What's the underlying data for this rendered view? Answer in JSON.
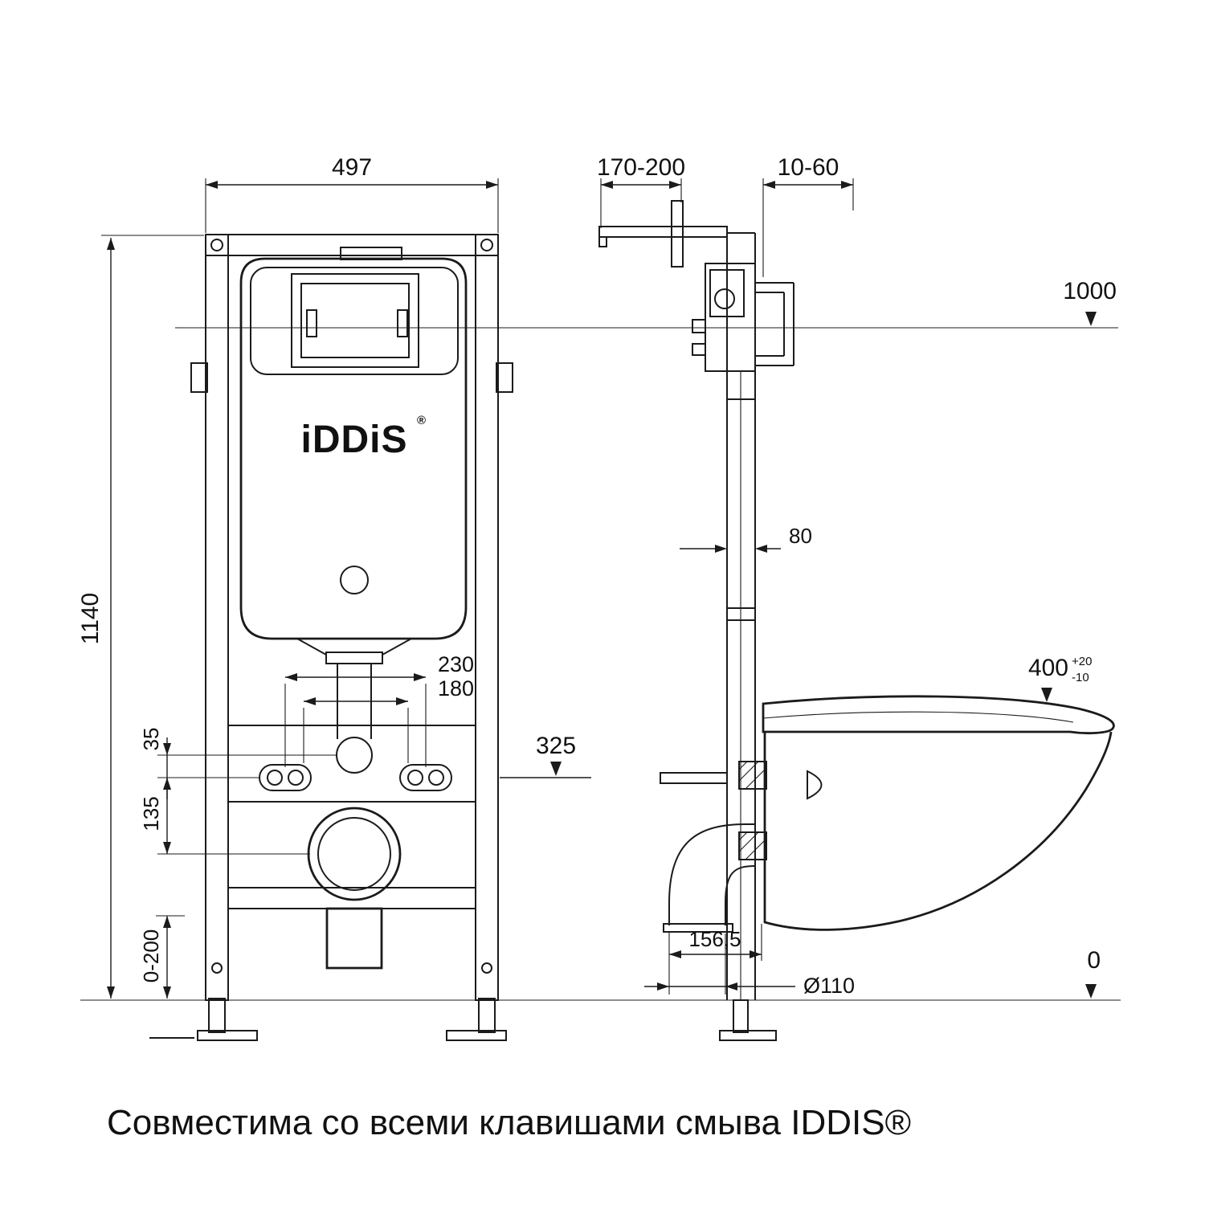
{
  "caption": "Совместима со всеми клавишами смыва IDDIS®",
  "logo": {
    "text": "iDDiS",
    "reg": "®"
  },
  "dims": {
    "width": "497",
    "height": "1140",
    "level_top": "1000",
    "bracket_range": "170-200",
    "plate_range": "10-60",
    "depth": "80",
    "spacing_outer": "230",
    "spacing_inner": "180",
    "offset_small": "35",
    "offset_mid": "135",
    "flush_axis": "325",
    "legs_range": "0-200",
    "bowl_height": "400",
    "bowl_tol_plus": "+20",
    "bowl_tol_minus": "-10",
    "outlet_offset": "156,5",
    "outlet_dia": "Ø110",
    "level_zero": "0"
  }
}
